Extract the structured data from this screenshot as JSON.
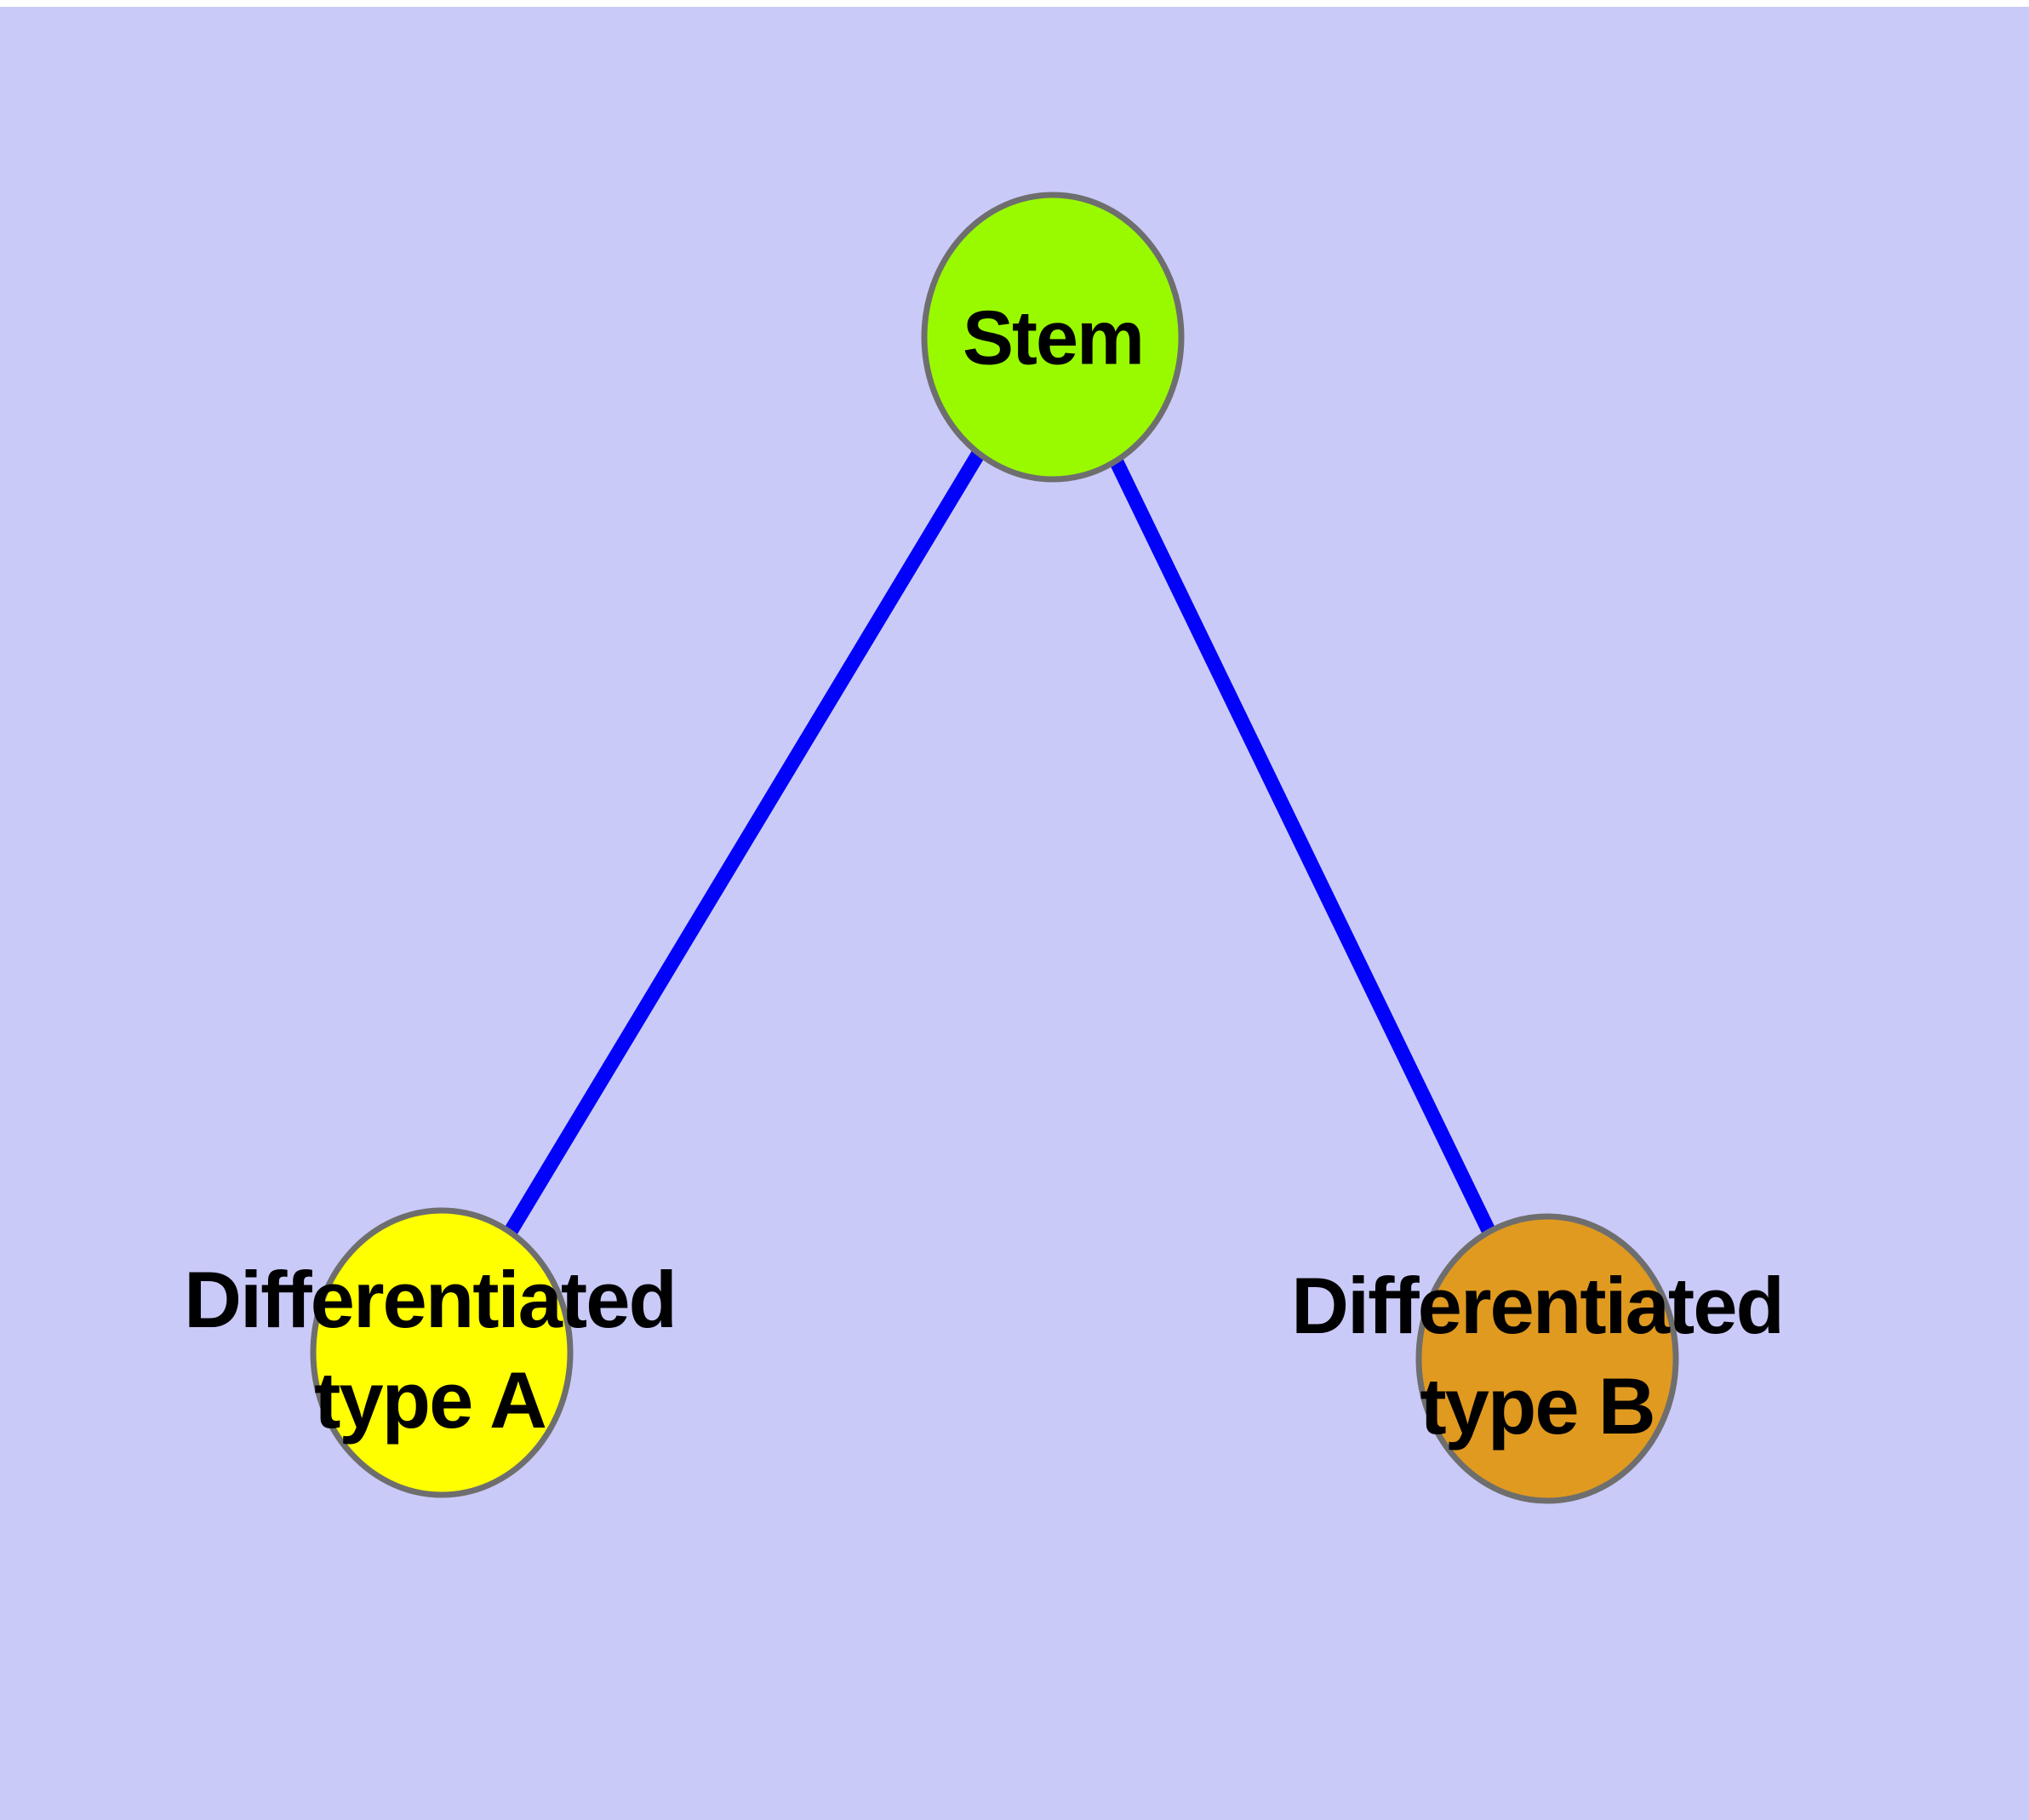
{
  "diagram": {
    "background_color": "#CACAF8",
    "margin_color": "#FFFFFF",
    "edge_color": "#0202FA",
    "node_border_color": "#6E6E6E",
    "label_color": "#000000",
    "nodes": [
      {
        "id": "stem",
        "label": "Stem",
        "fill": "#99FA00"
      },
      {
        "id": "differentiated-type-a",
        "label_line1": "Differentiated",
        "label_line2": "type A",
        "fill": "#FFFF00"
      },
      {
        "id": "differentiated-type-b",
        "label_line1": "Differentiated",
        "label_line2": "type B",
        "fill": "#E09A20"
      }
    ],
    "edges": [
      {
        "from": "stem",
        "to": "differentiated-type-a"
      },
      {
        "from": "stem",
        "to": "differentiated-type-b"
      }
    ]
  }
}
